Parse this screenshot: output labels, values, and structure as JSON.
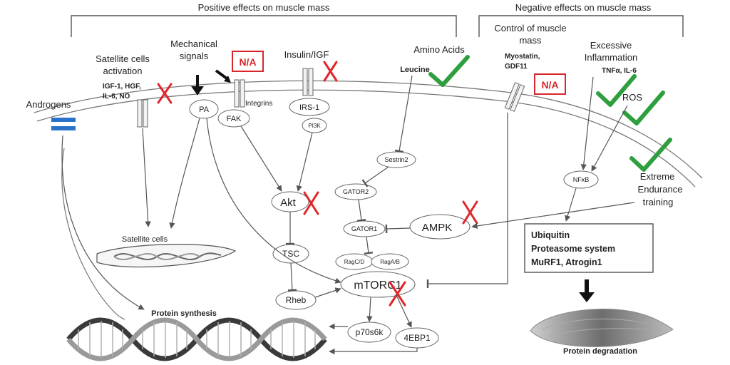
{
  "headers": {
    "positive": "Positive effects on muscle mass",
    "negative": "Negative effects on muscle mass"
  },
  "regulators": {
    "androgens": "Androgens",
    "satellite_activation": [
      "Satellite cells",
      "activation"
    ],
    "satellite_factors": [
      "IGF-1, HGF,",
      "IL-6, NO"
    ],
    "mechanical": [
      "Mechanical",
      "signals"
    ],
    "na": "N/A",
    "insulin": "Insulin/IGF",
    "amino": "Amino Acids",
    "leucine": "Leucine",
    "control": [
      "Control of muscle",
      "mass"
    ],
    "myostatin": [
      "Myostatin,",
      "GDF11"
    ],
    "inflammation": [
      "Excessive",
      "Inflammation"
    ],
    "tnf": "TNFα, IL-6",
    "ros": "ROS",
    "endurance": [
      "Extreme",
      "Endurance",
      "training"
    ]
  },
  "nodes": {
    "pa": "PA",
    "integrins": "Integrins",
    "fak": "FAK",
    "irs1": "IRS-1",
    "pi3k": "PI3K",
    "sestrin2": "Sestrin2",
    "gator2": "GATOR2",
    "gator1": "GATOR1",
    "akt": "Akt",
    "ampk": "AMPK",
    "tsc": "TSC",
    "rheb": "Rheb",
    "ragcd": "RagC/D",
    "ragab": "RagA/B",
    "mtorc1": "mTORC1",
    "p70s6k": "p70s6k",
    "ebp1": "4EBP1",
    "nfkb": "NFκB"
  },
  "outputs": {
    "satellite_cells": "Satellite cells",
    "protein_synthesis": "Protein synthesis",
    "ubiquitin": [
      "Ubiquitin",
      "Proteasome system",
      "MuRF1, Atrogin1"
    ],
    "protein_degradation": "Protein degradation"
  },
  "colors": {
    "check": "#2e9e3e",
    "cross": "#e0262a",
    "equal": "#2a73c9",
    "na_box": "#d9262b",
    "line": "#555555"
  }
}
